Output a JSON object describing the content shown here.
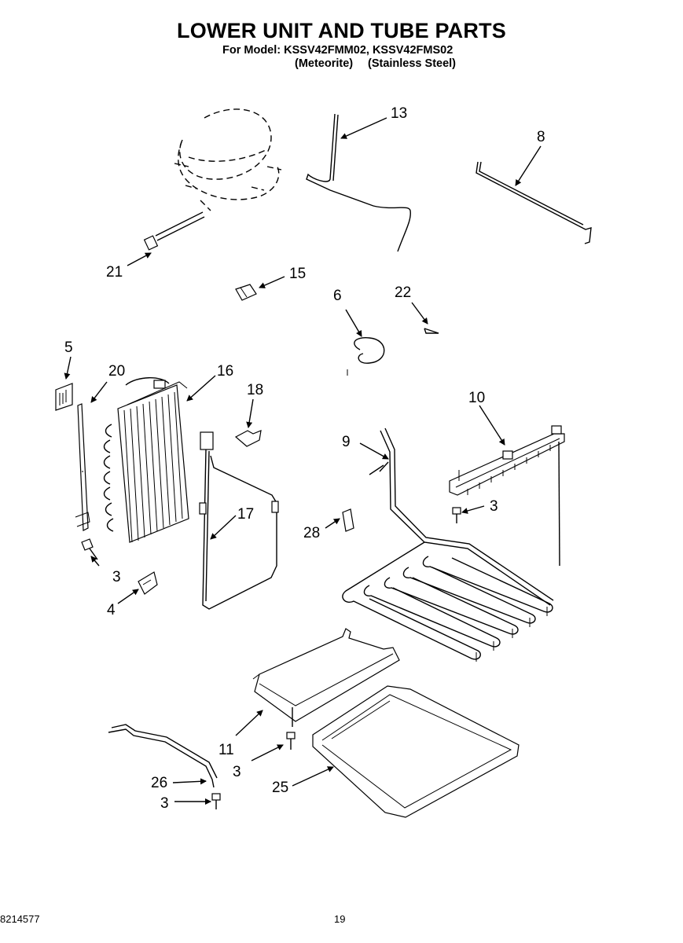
{
  "header": {
    "title": "LOWER UNIT AND TUBE PARTS",
    "model_line": "For Model: KSSV42FMM02, KSSV42FMS02",
    "variant_1": "(Meteorite)",
    "variant_2": "(Stainless Steel)"
  },
  "callouts": [
    "13",
    "8",
    "21",
    "15",
    "6",
    "22",
    "5",
    "20",
    "16",
    "18",
    "10",
    "9",
    "3",
    "17",
    "28",
    "3",
    "4",
    "11",
    "3",
    "26",
    "3",
    "25"
  ],
  "footer": {
    "doc_number": "8214577",
    "page_number": "19"
  }
}
